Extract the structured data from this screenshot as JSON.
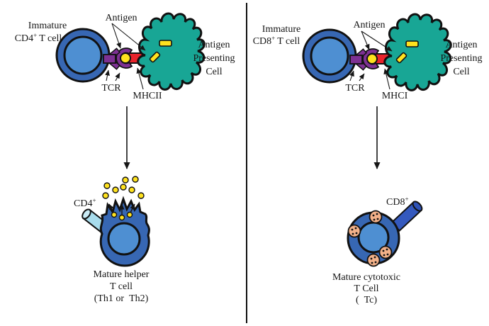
{
  "left_panel": {
    "immature_cell": {
      "line1": "Immature",
      "name_base": "CD4",
      "name_sup": "+",
      "name_rest": "T cell"
    },
    "antigen_label": "Antigen",
    "tcr_label": "TCR",
    "mhc_label": "MHCII",
    "apc_label": {
      "line1": "Antigen",
      "line2": "Presenting",
      "line3": "Cell"
    },
    "mature_cell": {
      "receptor_base": "CD4",
      "receptor_sup": "+",
      "caption_line1": "Mature helper",
      "caption_line2": "T cell",
      "caption_line3": "(Th1 or  Th2)"
    }
  },
  "right_panel": {
    "immature_cell": {
      "line1": "Immature",
      "name_base": "CD8",
      "name_sup": "+",
      "name_rest": "T cell"
    },
    "antigen_label": "Antigen",
    "tcr_label": "TCR",
    "mhc_label": "MHCI",
    "apc_label": {
      "line1": "Antigen",
      "line2": "Presenting",
      "line3": "Cell"
    },
    "mature_cell": {
      "receptor_base": "CD8",
      "receptor_sup": "+",
      "caption_line1": "Mature cytotoxic",
      "caption_line2": "T Cell",
      "caption_line3": "(  Tc)"
    }
  },
  "colors": {
    "cell_ring_blue": "#3767B3",
    "cell_inner_blue": "#4E8FD2",
    "tcr_purple": "#7E3193",
    "mhc_red": "#E8232B",
    "antigen_yellow": "#FFE21E",
    "apc_teal": "#18A695",
    "cd4_receptor_light_blue": "#A8DCEC",
    "cd4_receptor_cap": "#C9EBF5",
    "cd8_receptor_blue": "#3459BE",
    "cd8_receptor_cap": "#2E52B6",
    "granule_salmon": "#F2B189",
    "outline": "#111111"
  }
}
